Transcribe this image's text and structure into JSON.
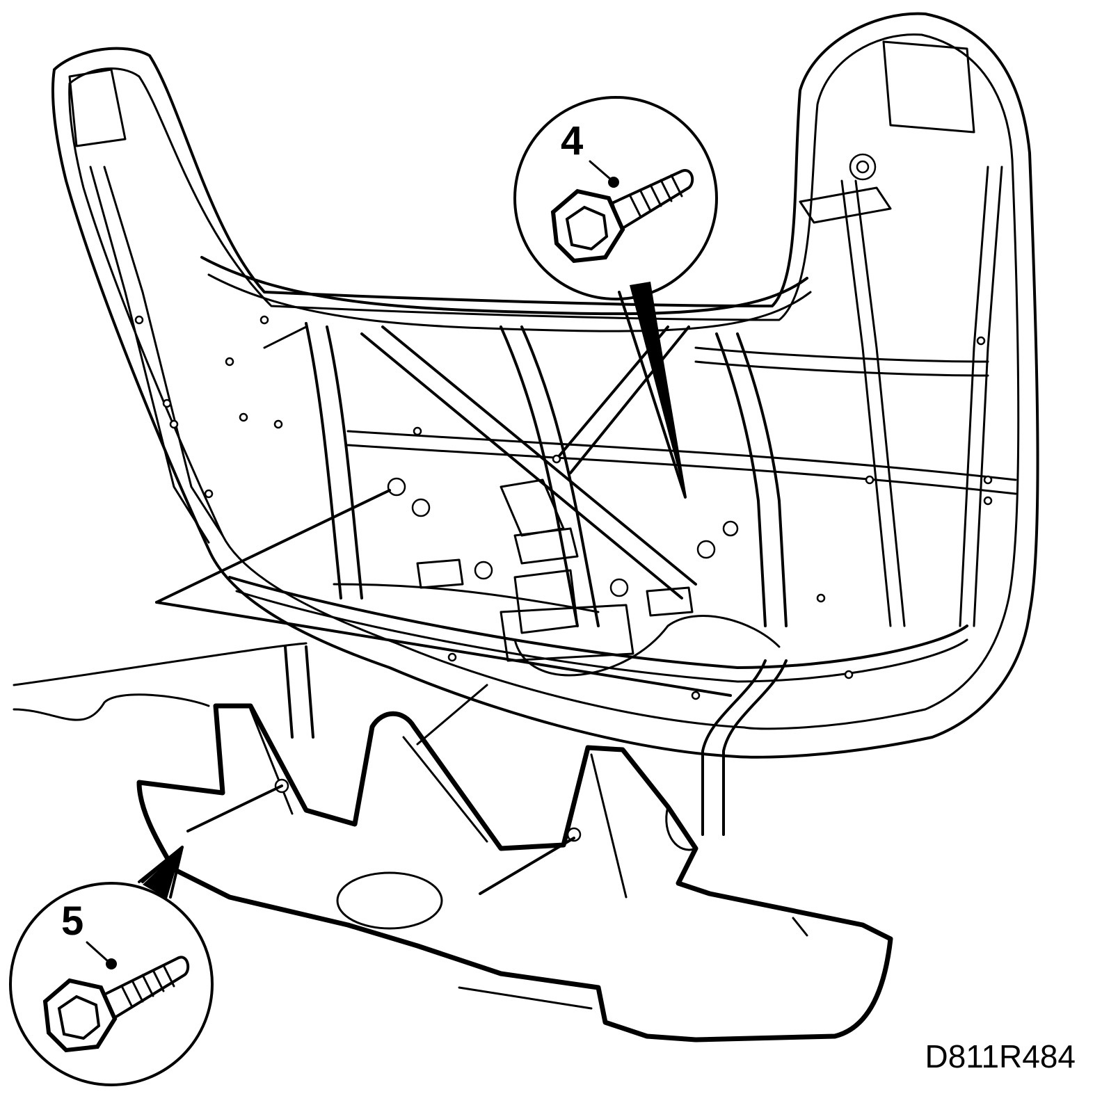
{
  "callouts": [
    {
      "number": "4",
      "part": "bolt"
    },
    {
      "number": "5",
      "part": "bolt"
    }
  ],
  "reference_code": "D811R484",
  "icons": {
    "callout_4": "bolt-icon",
    "callout_5": "bolt-icon"
  },
  "colors": {
    "line": "#000000",
    "background": "#ffffff"
  }
}
